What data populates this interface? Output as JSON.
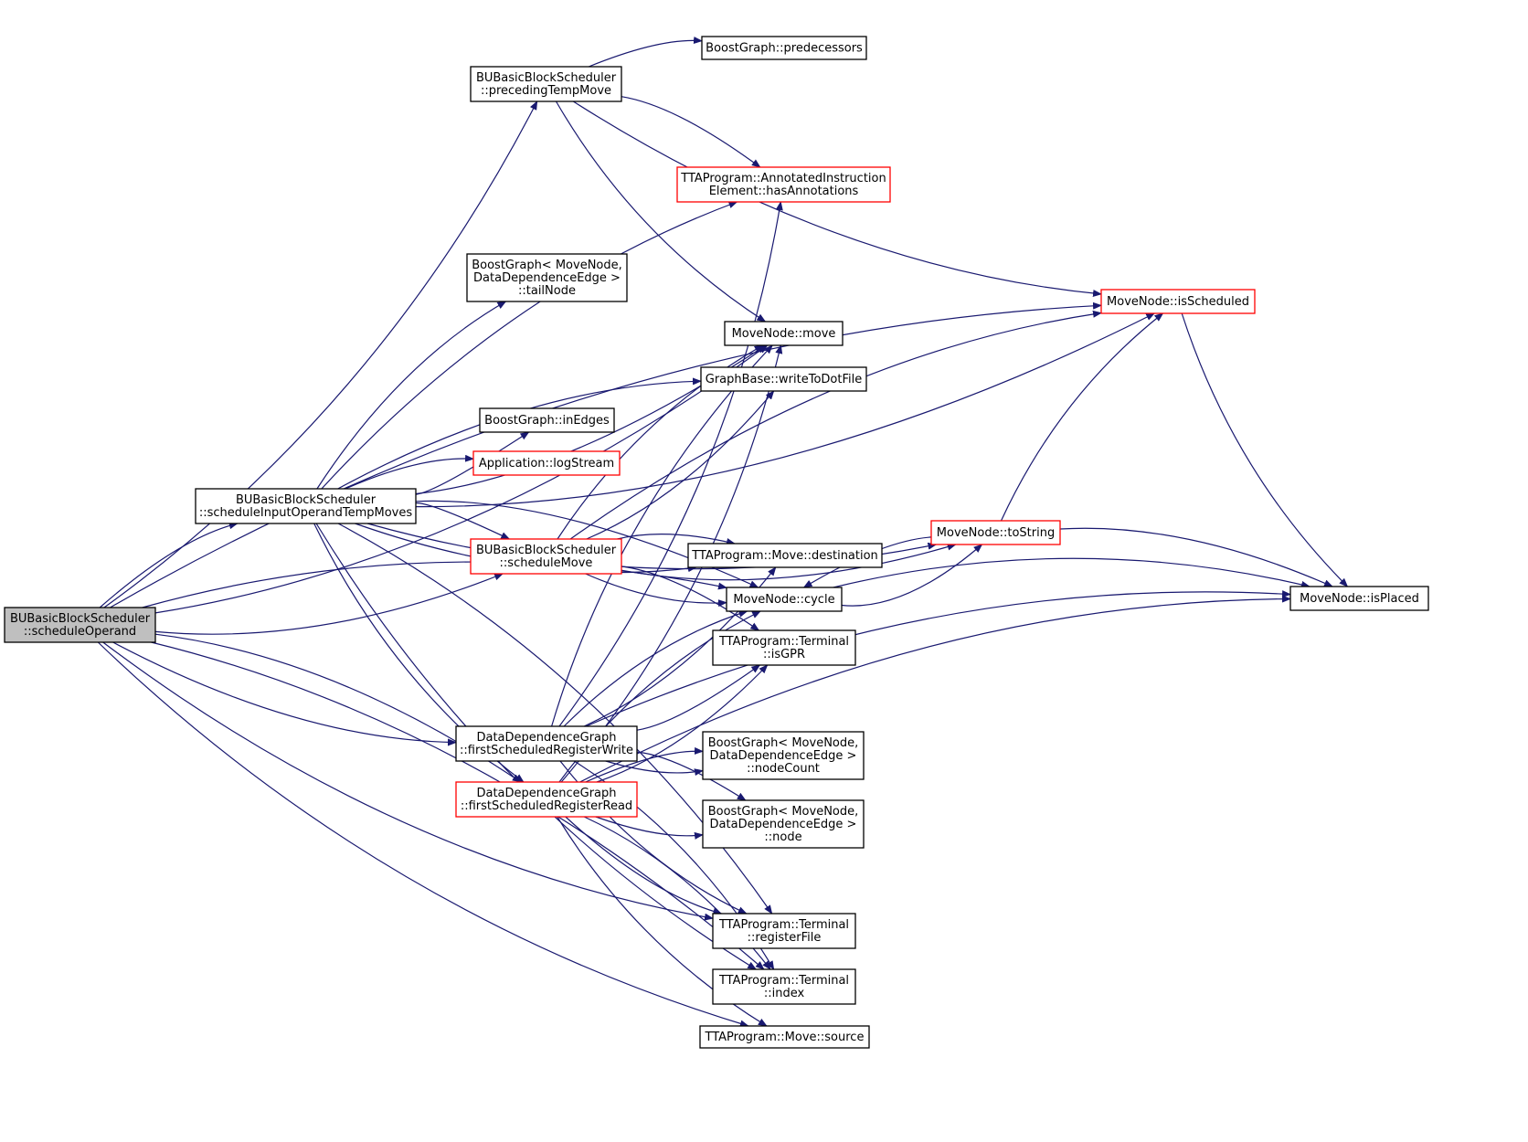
{
  "colors": {
    "edge": "#191970",
    "node_border": "#000000",
    "node_border_truncated": "#ff0000",
    "root_fill": "#bfbfbf",
    "node_fill": "#ffffff"
  },
  "nodes": [
    {
      "id": "scheduleOperand",
      "lines": [
        "BUBasicBlockScheduler",
        "::scheduleOperand"
      ],
      "style": "root"
    },
    {
      "id": "precedingTempMove",
      "lines": [
        "BUBasicBlockScheduler",
        "::precedingTempMove"
      ],
      "style": "normal"
    },
    {
      "id": "predecessors",
      "lines": [
        "BoostGraph::predecessors"
      ],
      "style": "normal"
    },
    {
      "id": "hasAnnotations",
      "lines": [
        "TTAProgram::AnnotatedInstruction",
        "Element::hasAnnotations"
      ],
      "style": "truncated"
    },
    {
      "id": "tailNode",
      "lines": [
        "BoostGraph< MoveNode,",
        "DataDependenceEdge >",
        "::tailNode"
      ],
      "style": "normal"
    },
    {
      "id": "move",
      "lines": [
        "MoveNode::move"
      ],
      "style": "normal"
    },
    {
      "id": "isScheduled",
      "lines": [
        "MoveNode::isScheduled"
      ],
      "style": "truncated"
    },
    {
      "id": "writeToDotFile",
      "lines": [
        "GraphBase::writeToDotFile"
      ],
      "style": "normal"
    },
    {
      "id": "inEdges",
      "lines": [
        "BoostGraph::inEdges"
      ],
      "style": "normal"
    },
    {
      "id": "logStream",
      "lines": [
        "Application::logStream"
      ],
      "style": "truncated"
    },
    {
      "id": "scheduleInputOperandTempMoves",
      "lines": [
        "BUBasicBlockScheduler",
        "::scheduleInputOperandTempMoves"
      ],
      "style": "normal"
    },
    {
      "id": "toString",
      "lines": [
        "MoveNode::toString"
      ],
      "style": "truncated"
    },
    {
      "id": "scheduleMove",
      "lines": [
        "BUBasicBlockScheduler",
        "::scheduleMove"
      ],
      "style": "truncated"
    },
    {
      "id": "destination",
      "lines": [
        "TTAProgram::Move::destination"
      ],
      "style": "normal"
    },
    {
      "id": "cycle",
      "lines": [
        "MoveNode::cycle"
      ],
      "style": "normal"
    },
    {
      "id": "isPlaced",
      "lines": [
        "MoveNode::isPlaced"
      ],
      "style": "normal"
    },
    {
      "id": "isGPR",
      "lines": [
        "TTAProgram::Terminal",
        "::isGPR"
      ],
      "style": "normal"
    },
    {
      "id": "firstScheduledRegisterWrite",
      "lines": [
        "DataDependenceGraph",
        "::firstScheduledRegisterWrite"
      ],
      "style": "normal"
    },
    {
      "id": "firstScheduledRegisterRead",
      "lines": [
        "DataDependenceGraph",
        "::firstScheduledRegisterRead"
      ],
      "style": "truncated"
    },
    {
      "id": "nodeCount",
      "lines": [
        "BoostGraph< MoveNode,",
        "DataDependenceEdge >",
        "::nodeCount"
      ],
      "style": "normal"
    },
    {
      "id": "node",
      "lines": [
        "BoostGraph< MoveNode,",
        "DataDependenceEdge >",
        "::node"
      ],
      "style": "normal"
    },
    {
      "id": "registerFile",
      "lines": [
        "TTAProgram::Terminal",
        "::registerFile"
      ],
      "style": "normal"
    },
    {
      "id": "index",
      "lines": [
        "TTAProgram::Terminal",
        "::index"
      ],
      "style": "normal"
    },
    {
      "id": "source",
      "lines": [
        "TTAProgram::Move::source"
      ],
      "style": "normal"
    }
  ],
  "edges": [
    [
      "scheduleOperand",
      "precedingTempMove"
    ],
    [
      "scheduleOperand",
      "isScheduled"
    ],
    [
      "scheduleOperand",
      "move"
    ],
    [
      "scheduleOperand",
      "scheduleInputOperandTempMoves"
    ],
    [
      "scheduleOperand",
      "scheduleMove"
    ],
    [
      "scheduleOperand",
      "cycle"
    ],
    [
      "scheduleOperand",
      "firstScheduledRegisterWrite"
    ],
    [
      "scheduleOperand",
      "firstScheduledRegisterRead"
    ],
    [
      "scheduleOperand",
      "registerFile"
    ],
    [
      "scheduleOperand",
      "index"
    ],
    [
      "scheduleOperand",
      "source"
    ],
    [
      "precedingTempMove",
      "predecessors"
    ],
    [
      "precedingTempMove",
      "isScheduled"
    ],
    [
      "precedingTempMove",
      "hasAnnotations"
    ],
    [
      "precedingTempMove",
      "move"
    ],
    [
      "scheduleInputOperandTempMoves",
      "hasAnnotations"
    ],
    [
      "scheduleInputOperandTempMoves",
      "isScheduled"
    ],
    [
      "scheduleInputOperandTempMoves",
      "tailNode"
    ],
    [
      "scheduleInputOperandTempMoves",
      "move"
    ],
    [
      "scheduleInputOperandTempMoves",
      "writeToDotFile"
    ],
    [
      "scheduleInputOperandTempMoves",
      "inEdges"
    ],
    [
      "scheduleInputOperandTempMoves",
      "logStream"
    ],
    [
      "scheduleInputOperandTempMoves",
      "toString"
    ],
    [
      "scheduleInputOperandTempMoves",
      "scheduleMove"
    ],
    [
      "scheduleInputOperandTempMoves",
      "destination"
    ],
    [
      "scheduleInputOperandTempMoves",
      "cycle"
    ],
    [
      "scheduleInputOperandTempMoves",
      "firstScheduledRegisterRead"
    ],
    [
      "scheduleInputOperandTempMoves",
      "registerFile"
    ],
    [
      "scheduleInputOperandTempMoves",
      "index"
    ],
    [
      "scheduleMove",
      "move"
    ],
    [
      "scheduleMove",
      "writeToDotFile"
    ],
    [
      "scheduleMove",
      "isScheduled"
    ],
    [
      "scheduleMove",
      "toString"
    ],
    [
      "scheduleMove",
      "destination"
    ],
    [
      "scheduleMove",
      "cycle"
    ],
    [
      "scheduleMove",
      "isGPR"
    ],
    [
      "isScheduled",
      "isPlaced"
    ],
    [
      "toString",
      "isScheduled"
    ],
    [
      "toString",
      "cycle"
    ],
    [
      "toString",
      "isPlaced"
    ],
    [
      "cycle",
      "toString"
    ],
    [
      "cycle",
      "isPlaced"
    ],
    [
      "firstScheduledRegisterWrite",
      "hasAnnotations"
    ],
    [
      "firstScheduledRegisterWrite",
      "move"
    ],
    [
      "firstScheduledRegisterWrite",
      "destination"
    ],
    [
      "firstScheduledRegisterWrite",
      "cycle"
    ],
    [
      "firstScheduledRegisterWrite",
      "isGPR"
    ],
    [
      "firstScheduledRegisterWrite",
      "isPlaced"
    ],
    [
      "firstScheduledRegisterWrite",
      "nodeCount"
    ],
    [
      "firstScheduledRegisterWrite",
      "node"
    ],
    [
      "firstScheduledRegisterWrite",
      "registerFile"
    ],
    [
      "firstScheduledRegisterWrite",
      "index"
    ],
    [
      "firstScheduledRegisterRead",
      "move"
    ],
    [
      "firstScheduledRegisterRead",
      "cycle"
    ],
    [
      "firstScheduledRegisterRead",
      "isGPR"
    ],
    [
      "firstScheduledRegisterRead",
      "nodeCount"
    ],
    [
      "firstScheduledRegisterRead",
      "node"
    ],
    [
      "firstScheduledRegisterRead",
      "isPlaced"
    ],
    [
      "firstScheduledRegisterRead",
      "registerFile"
    ],
    [
      "firstScheduledRegisterRead",
      "index"
    ],
    [
      "firstScheduledRegisterRead",
      "source"
    ]
  ]
}
